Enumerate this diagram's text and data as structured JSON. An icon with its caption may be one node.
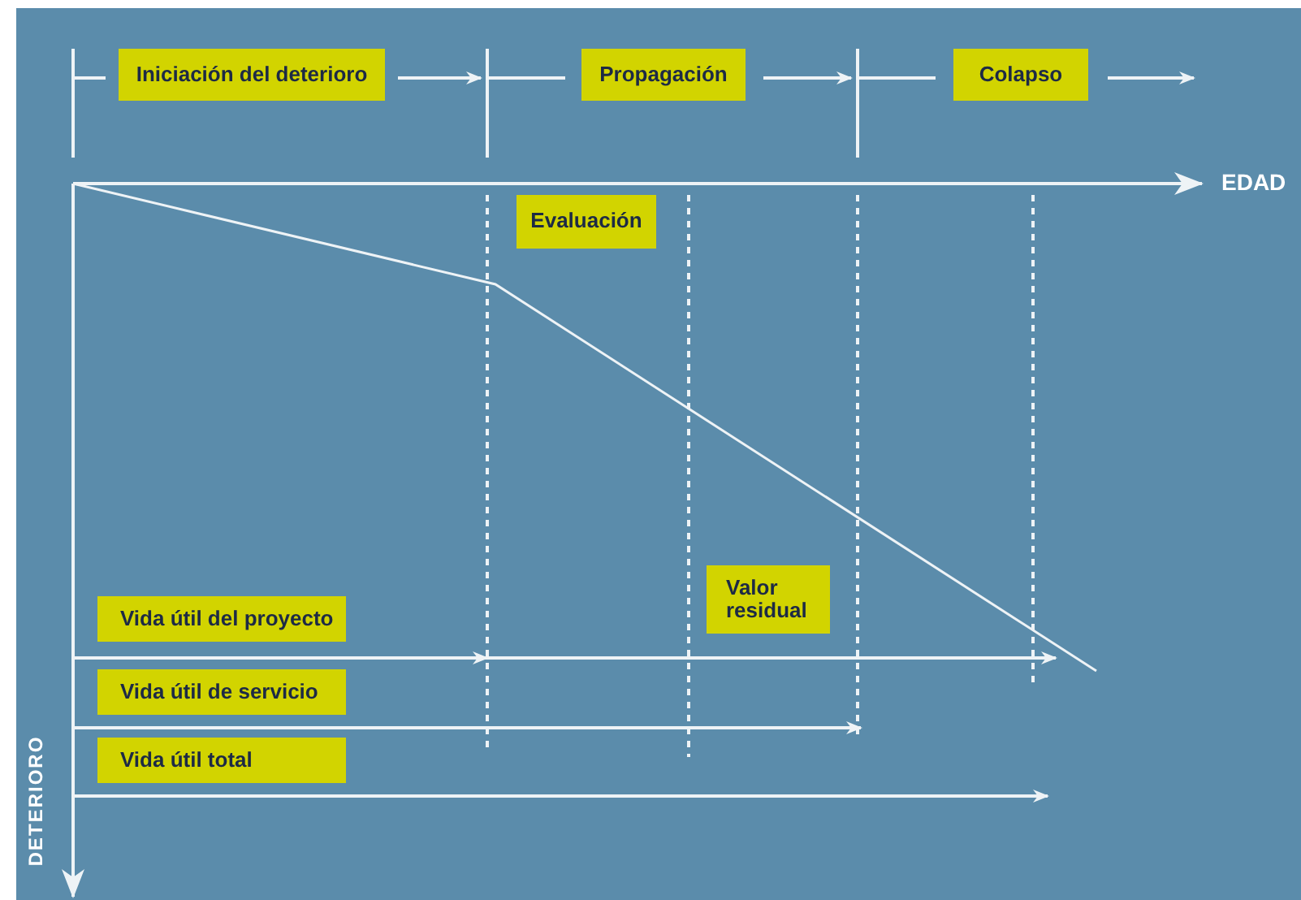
{
  "diagram": {
    "nodes": [
      {
        "text": [
          "Iniciación del deterioro"
        ]
      },
      {
        "text": [
          "Propagación"
        ]
      },
      {
        "text": [
          "Colapso"
        ]
      },
      {
        "text": [
          "Evaluación"
        ]
      },
      {
        "text": [
          "Valor residual"
        ]
      },
      {
        "text": [
          "Vida útil del proyecto"
        ]
      },
      {
        "text": [
          "Vida útil de servicio"
        ]
      },
      {
        "text": [
          "Vida útil total"
        ]
      }
    ],
    "labels": [
      "EDAD",
      "DETERIORO"
    ]
  }
}
